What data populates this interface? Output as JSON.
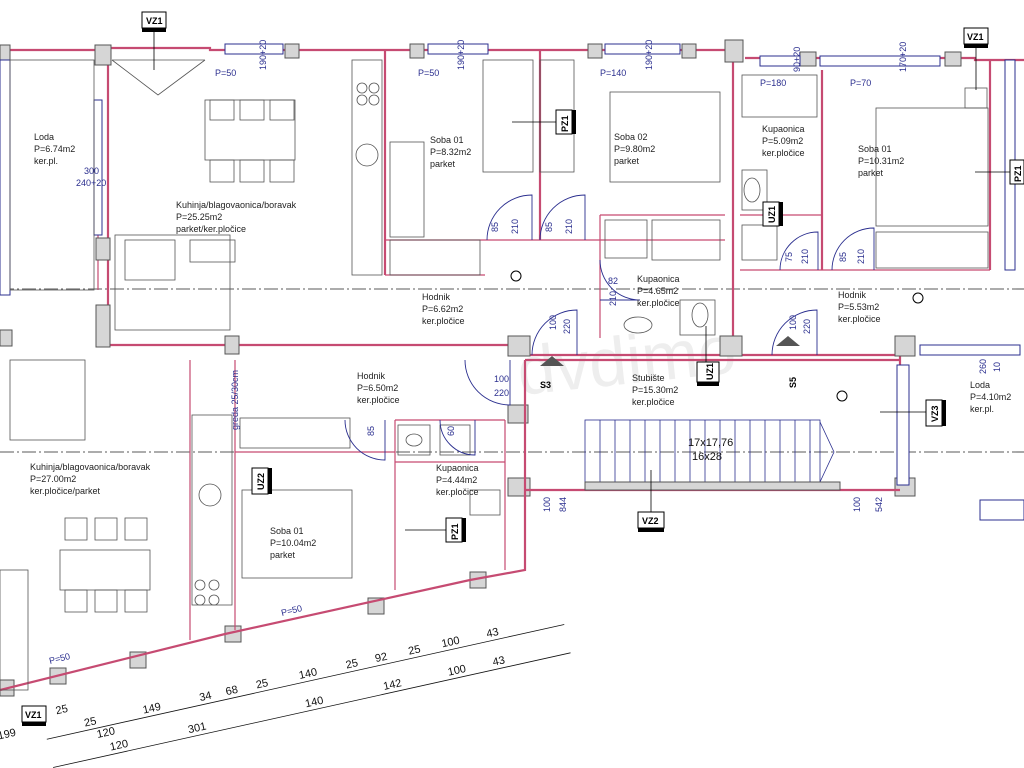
{
  "rooms": {
    "loda_left": {
      "name": "Loda",
      "area": "P=6.74m2",
      "floor": "ker.pl."
    },
    "kuhinja_top": {
      "name": "Kuhinja/blagovaonica/boravak",
      "area": "P=25.25m2",
      "floor": "parket/ker.pločice"
    },
    "soba01_top": {
      "name": "Soba 01",
      "area": "P=8.32m2",
      "floor": "parket"
    },
    "soba02_top": {
      "name": "Soba 02",
      "area": "P=9.80m2",
      "floor": "parket"
    },
    "kupaonica_tr": {
      "name": "Kupaonica",
      "area": "P=5.09m2",
      "floor": "ker.pločice"
    },
    "soba01_tr": {
      "name": "Soba 01",
      "area": "P=10.31m2",
      "floor": "parket"
    },
    "hodnik_top": {
      "name": "Hodnik",
      "area": "P=6.62m2",
      "floor": "ker.pločice"
    },
    "kupaonica_mid": {
      "name": "Kupaonica",
      "area": "P=4.65m2",
      "floor": "ker.pločice"
    },
    "hodnik_tr": {
      "name": "Hodnik",
      "area": "P=5.53m2",
      "floor": "ker.pločice"
    },
    "hodnik_bot": {
      "name": "Hodnik",
      "area": "P=6.50m2",
      "floor": "ker.pločice"
    },
    "stubiste": {
      "name": "Stubište",
      "area": "P=15.30m2",
      "floor": "ker.pločice"
    },
    "loda_right": {
      "name": "Loda",
      "area": "P=4.10m2",
      "floor": "ker.pl."
    },
    "kuhinja_bot": {
      "name": "Kuhinja/blagovaonica/boravak",
      "area": "P=27.00m2",
      "floor": "ker.pločice/parket"
    },
    "kupaonica_bot": {
      "name": "Kupaonica",
      "area": "P=4.44m2",
      "floor": "ker.pločice"
    },
    "soba01_bot": {
      "name": "Soba 01",
      "area": "P=10.04m2",
      "floor": "parket"
    }
  },
  "tags": {
    "vz1_top": "VZ1",
    "vz1_right": "VZ1",
    "vz1_bottom": "VZ1",
    "pz1_a": "PZ1",
    "pz1_b": "PZ1",
    "pz1_c": "PZ1",
    "uz1_a": "UZ1",
    "uz1_b": "UZ1",
    "uz2": "UZ2",
    "vz2": "VZ2",
    "vz3": "VZ3"
  },
  "markers": {
    "s3": "S3",
    "s5": "S5"
  },
  "stairs": {
    "line1": "17x17,76",
    "line2": "16x28"
  },
  "dims_top": [
    "190+20",
    "190+20",
    "190+20",
    "90+20",
    "170+20"
  ],
  "dims_misc": {
    "p50_a": "P=50",
    "p50_b": "P=50",
    "p140": "P=140",
    "p180": "P=180",
    "p70": "P=70",
    "p50_c": "P=50",
    "p50_d": "P=50",
    "d300": "300",
    "d240": "240+20",
    "d85a": "85",
    "d210a": "210",
    "d85b": "85",
    "d210b": "210",
    "d75": "75",
    "d210c": "210",
    "d85c": "85",
    "d210d": "210",
    "d82": "82",
    "d10": "210",
    "d100a": "100",
    "d220a": "220",
    "d100b": "100",
    "d220b": "220",
    "d100c": "100",
    "d220c": "220",
    "d260": "260",
    "d10b": "10",
    "d100d": "100",
    "d844": "844",
    "d100e": "100",
    "d542": "542",
    "d85d": "85",
    "d60": "60",
    "greda": "greda 25/30cm"
  },
  "dims_bottom_row1": [
    "25",
    "149",
    "34",
    "68",
    "25",
    "140",
    "25",
    "92",
    "25",
    "100",
    "43"
  ],
  "dims_bottom_row2": [
    "120",
    "301",
    "140",
    "142",
    "100",
    "43"
  ],
  "dims_bottom_extra": {
    "d199": "199",
    "d25": "25",
    "d120": "120"
  },
  "watermark": "dvdimo"
}
